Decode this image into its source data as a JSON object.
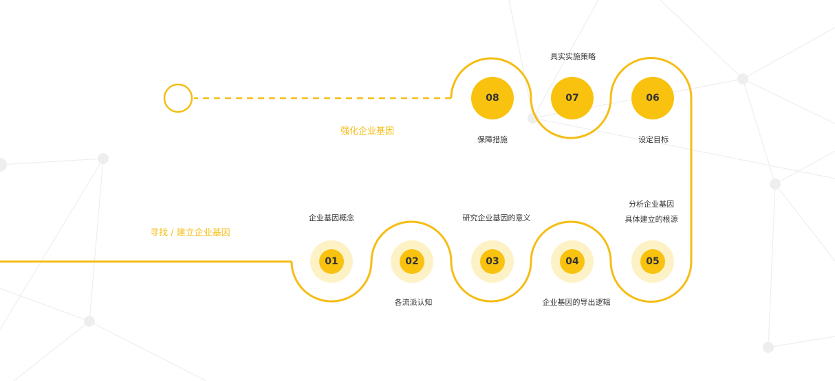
{
  "accent_color": "#f8c20f",
  "line_color": "#f5bd14",
  "sections": {
    "top": "强化企业基因",
    "bottom": "寻找 / 建立企业基因"
  },
  "steps": [
    {
      "num": "01",
      "label": "企业基因概念"
    },
    {
      "num": "02",
      "label": "各流派认知"
    },
    {
      "num": "03",
      "label": "研究企业基因的意义"
    },
    {
      "num": "04",
      "label": "企业基因的导出逻辑"
    },
    {
      "num": "05",
      "label": "分析企业基因",
      "label2": "具体建立的根源"
    },
    {
      "num": "06",
      "label": "设定目标"
    },
    {
      "num": "07",
      "label": "具实实施策略"
    },
    {
      "num": "08",
      "label": "保障措施"
    }
  ]
}
